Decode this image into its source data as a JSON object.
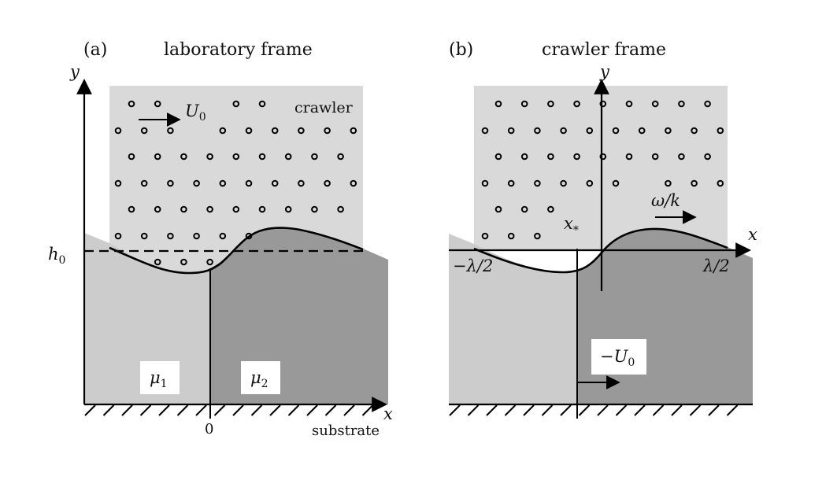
{
  "panel_a": {
    "tag": "(a)",
    "title": "laboratory frame",
    "crawler_label": "crawler",
    "velocity_label": {
      "symbol": "U",
      "sub": "0"
    },
    "h0_label": {
      "symbol": "h",
      "sub": "0"
    },
    "y_label": "y",
    "x_label": "x",
    "origin_label": "0",
    "substrate_label": "substrate",
    "mu1_label": {
      "symbol": "μ",
      "sub": "1"
    },
    "mu2_label": {
      "symbol": "μ",
      "sub": "2"
    }
  },
  "panel_b": {
    "tag": "(b)",
    "title": "crawler frame",
    "y_label": "y",
    "x_label": "x",
    "xstar_label": {
      "symbol": "x",
      "sub": "*"
    },
    "wave_speed_label": "ω/k",
    "neg_half_wavelength": "−λ/2",
    "pos_half_wavelength": "λ/2",
    "neg_velocity_label": {
      "prefix": "−",
      "symbol": "U",
      "sub": "0"
    }
  },
  "colors": {
    "crawler": "#d9d9d9",
    "fluid_1": "#cccccc",
    "fluid_2": "#999999",
    "ink": "#000000"
  }
}
